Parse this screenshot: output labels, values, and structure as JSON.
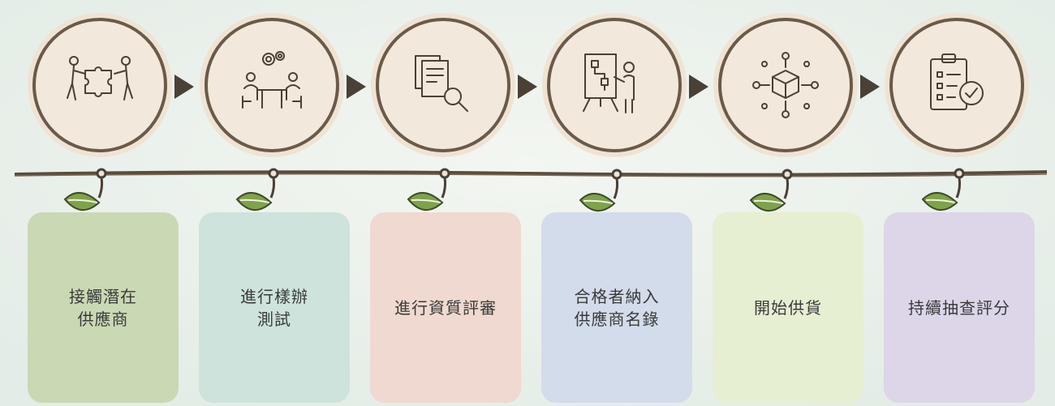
{
  "steps": [
    {
      "icon": "puzzle-handshake-icon",
      "line1": "接觸潛在",
      "line2": "供應商",
      "color": "#c9d9b4"
    },
    {
      "icon": "meeting-gears-icon",
      "line1": "進行樣辦",
      "line2": "測試",
      "color": "#cde3dc"
    },
    {
      "icon": "document-search-icon",
      "line1": "進行資質評審",
      "line2": "",
      "color": "#f0d9d0"
    },
    {
      "icon": "presentation-flowchart-icon",
      "line1": "合格者納入",
      "line2": "供應商名錄",
      "color": "#d3dcea"
    },
    {
      "icon": "box-network-icon",
      "line1": "開始供貨",
      "line2": "",
      "color": "#e6efd2"
    },
    {
      "icon": "clipboard-check-icon",
      "line1": "持續抽查評分",
      "line2": "",
      "color": "#dcd6e8"
    }
  ],
  "colors": {
    "circle_border": "#6a5a4a",
    "circle_fill": "#f2e8dc",
    "rope": "#5a4d3c",
    "arrow": "#4a4036",
    "leaf_green": "#7ea34a",
    "leaf_light": "#f4f0e0",
    "icon_stroke": "#4a4036"
  }
}
